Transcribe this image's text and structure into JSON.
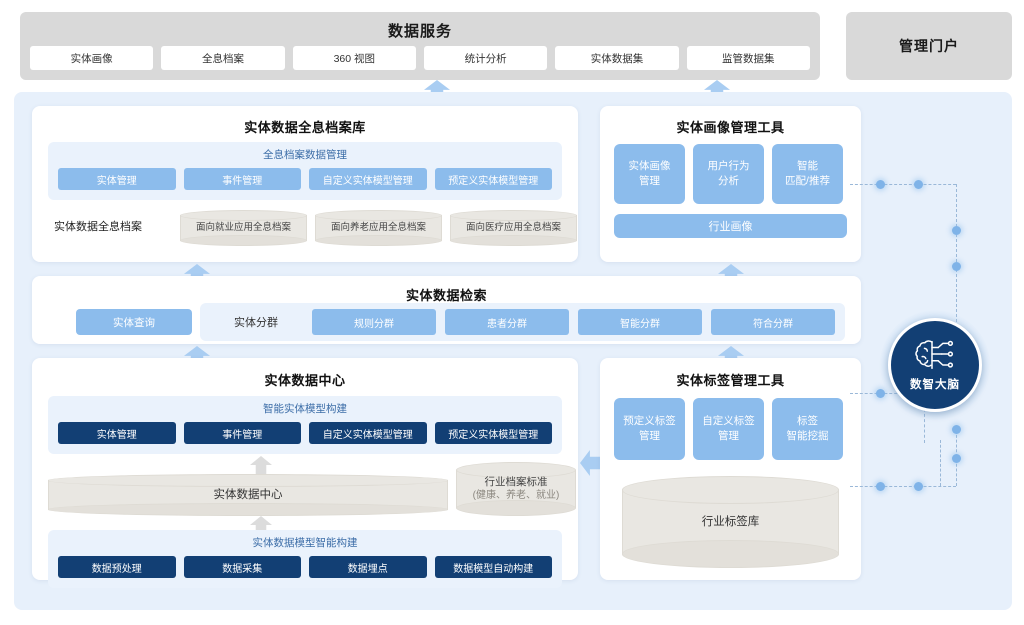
{
  "top_bar": {
    "title": "数据服务",
    "chips": [
      "实体画像",
      "全息档案",
      "360 视图",
      "统计分析",
      "实体数据集",
      "监管数据集"
    ]
  },
  "portal": {
    "label": "管理门户"
  },
  "archive_panel": {
    "title": "实体数据全息档案库",
    "group_label": "全息档案数据管理",
    "buttons": [
      "实体管理",
      "事件管理",
      "自定义实体模型管理",
      "预定义实体模型管理"
    ],
    "row_label": "实体数据全息档案",
    "cylinders": [
      "面向就业应用全息档案",
      "面向养老应用全息档案",
      "面向医疗应用全息档案"
    ]
  },
  "profile_panel": {
    "title": "实体画像管理工具",
    "tiles": [
      "实体画像\n管理",
      "用户行为\n分析",
      "智能\n匹配/推荐"
    ],
    "wide_tile": "行业画像"
  },
  "search_panel": {
    "title": "实体数据检索",
    "primary": "实体查询",
    "group_label": "实体分群",
    "buttons": [
      "规则分群",
      "患者分群",
      "智能分群",
      "符合分群"
    ]
  },
  "datacenter_panel": {
    "title": "实体数据中心",
    "group1_label": "智能实体模型构建",
    "group1_buttons": [
      "实体管理",
      "事件管理",
      "自定义实体模型管理",
      "预定义实体模型管理"
    ],
    "cylinder_main": "实体数据中心",
    "cylinder_side": "行业档案标准",
    "cylinder_side_sub": "(健康、养老、就业)",
    "group2_label": "实体数据模型智能构建",
    "group2_buttons": [
      "数据预处理",
      "数据采集",
      "数据埋点",
      "数据模型自动构建"
    ]
  },
  "tag_panel": {
    "title": "实体标签管理工具",
    "tiles": [
      "预定义标签\n管理",
      "自定义标签\n管理",
      "标签\n智能挖掘"
    ],
    "cylinder": "行业标签库"
  },
  "brain": {
    "label": "数智大脑"
  },
  "colors": {
    "accent_blue": "#8cbcec",
    "navy": "#123f74",
    "canvas": "#e7f0fb",
    "grey_bar": "#d9d9d9",
    "cylinder": "#e9e7e2"
  }
}
